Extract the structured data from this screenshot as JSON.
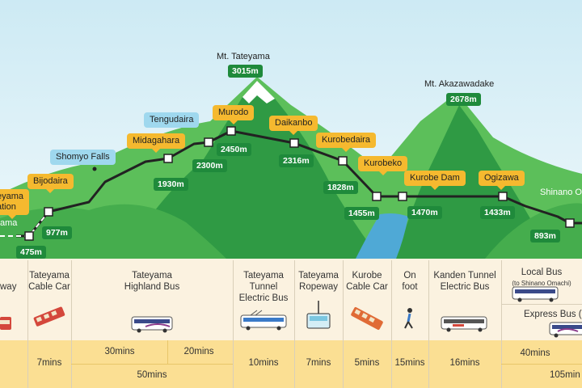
{
  "peaks": {
    "tateyama": {
      "name": "Mt. Tateyama",
      "elevation": "3015m"
    },
    "akazawadake": {
      "name": "Mt. Akazawadake",
      "elevation": "2678m"
    }
  },
  "stations": [
    {
      "name": "Tateyama Station",
      "elevation": "475m"
    },
    {
      "name": "Bijodaira",
      "elevation": "977m"
    },
    {
      "name": "Midagahara",
      "elevation": "1930m"
    },
    {
      "name": "Tengudaira",
      "elevation": "2300m"
    },
    {
      "name": "Murodo",
      "elevation": "2450m"
    },
    {
      "name": "Daikanbo",
      "elevation": "2316m"
    },
    {
      "name": "Kurobedaira",
      "elevation": "1828m"
    },
    {
      "name": "Kurobeko",
      "elevation": "1455m"
    },
    {
      "name": "Kurobe Dam",
      "elevation": "1470m"
    },
    {
      "name": "Ogizawa",
      "elevation": "1433m"
    },
    {
      "name": "Shinano Omachi",
      "elevation": "893m"
    }
  ],
  "labels": {
    "tateyama_station": "eyama\nation",
    "tateyama_small": "ama",
    "shomyo_falls": "Shomyo Falls",
    "shinano_cut": "Shinano O"
  },
  "modes": {
    "railway_cut": "way",
    "cable_car": "Tateyama\nCable Car",
    "highland_bus": "Tateyama\nHighland Bus",
    "trolley_bus": "Tateyama\nTunnel\nElectric Bus",
    "ropeway": "Tateyama\nRopeway",
    "kurobe_cable": "Kurobe\nCable Car",
    "foot": "On\nfoot",
    "kanden": "Kanden Tunnel\nElectric Bus",
    "local_bus": "Local Bus",
    "local_bus_note": "(to Shinano Omachi)",
    "express_bus": "Express Bus ("
  },
  "times": {
    "cable_car": "7mins",
    "highland_1": "30mins",
    "highland_2": "20mins",
    "highland_total": "50mins",
    "trolley": "10mins",
    "ropeway": "7mins",
    "kurobe_cable": "5mins",
    "foot": "15mins",
    "kanden": "16mins",
    "local_bus": "40mins",
    "express_bus": "105min"
  },
  "colors": {
    "sky": "#cdeaf4",
    "mountain_dark": "#2f9a44",
    "mountain_light": "#5cbf5a",
    "label_yellow": "#f5b92f",
    "label_blue": "#9fd8ee",
    "elevation_green": "#1f8a3b",
    "route": "#222222",
    "strip": "#fbf2e0",
    "time_band": "#fbdf93"
  }
}
